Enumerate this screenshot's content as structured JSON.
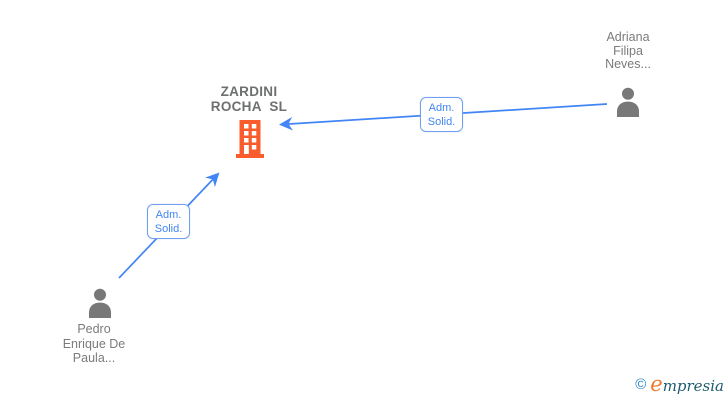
{
  "company": {
    "name": "ZARDINI\nROCHA  SL",
    "icon": "building-icon",
    "icon_color": "#F95D2E"
  },
  "persons": [
    {
      "name": "Adriana\nFilipa\nNeves...",
      "icon": "person-icon"
    },
    {
      "name": "Pedro\nEnrique De\nPaula...",
      "icon": "person-icon"
    }
  ],
  "edges": [
    {
      "label": "Adm.\nSolid.",
      "from": "Adriana Filipa Neves...",
      "to": "ZARDINI ROCHA SL"
    },
    {
      "label": "Adm.\nSolid.",
      "from": "Pedro Enrique De Paula...",
      "to": "ZARDINI ROCHA SL"
    }
  ],
  "footer": {
    "copyright_symbol": "©",
    "brand_initial": "e",
    "brand_rest": "mpresia"
  },
  "colors": {
    "building": "#F95D2E",
    "person": "#787878",
    "edge_blue": "#4285F4",
    "label_border": "#6FA0F0",
    "company_text": "#6E7070",
    "person_text": "#7B7B7B",
    "footer_copyright": "#2B83BE",
    "footer_brand_initial": "#F0782A",
    "footer_brand_rest": "#1F5B70"
  }
}
